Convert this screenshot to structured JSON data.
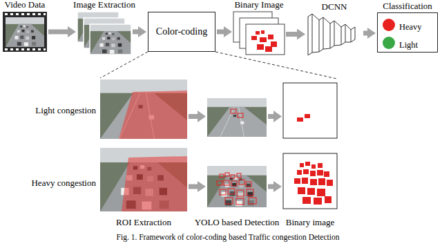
{
  "diagram": {
    "caption": "Fig. 1. Framework of color-coding based Traffic congestion Detection",
    "nodes": [
      {
        "text": [
          "Video Data"
        ]
      },
      {
        "text": [
          "Image Extraction"
        ]
      },
      {
        "text": [
          "Color-coding"
        ]
      },
      {
        "text": [
          "Binary Image"
        ]
      },
      {
        "text": [
          "DCNN"
        ]
      },
      {
        "text": [
          "Classification",
          "Heavy",
          "Light"
        ]
      },
      {
        "text": [
          "ROI Extraction"
        ]
      },
      {
        "text": [
          "YOLO based Detection"
        ]
      },
      {
        "text": [
          "Binary image"
        ]
      }
    ],
    "edges": [
      {
        "from": 0,
        "to": 1,
        "arrow": "to"
      },
      {
        "from": 1,
        "to": 2,
        "arrow": "to"
      },
      {
        "from": 2,
        "to": 3,
        "arrow": "to"
      },
      {
        "from": 3,
        "to": 4,
        "arrow": "to"
      },
      {
        "from": 4,
        "to": 5,
        "arrow": "to"
      },
      {
        "from": 6,
        "to": 7,
        "arrow": "to"
      },
      {
        "from": 7,
        "to": 8,
        "arrow": "to"
      }
    ],
    "labels": [
      "Light congestion",
      "Heavy congestion"
    ]
  }
}
